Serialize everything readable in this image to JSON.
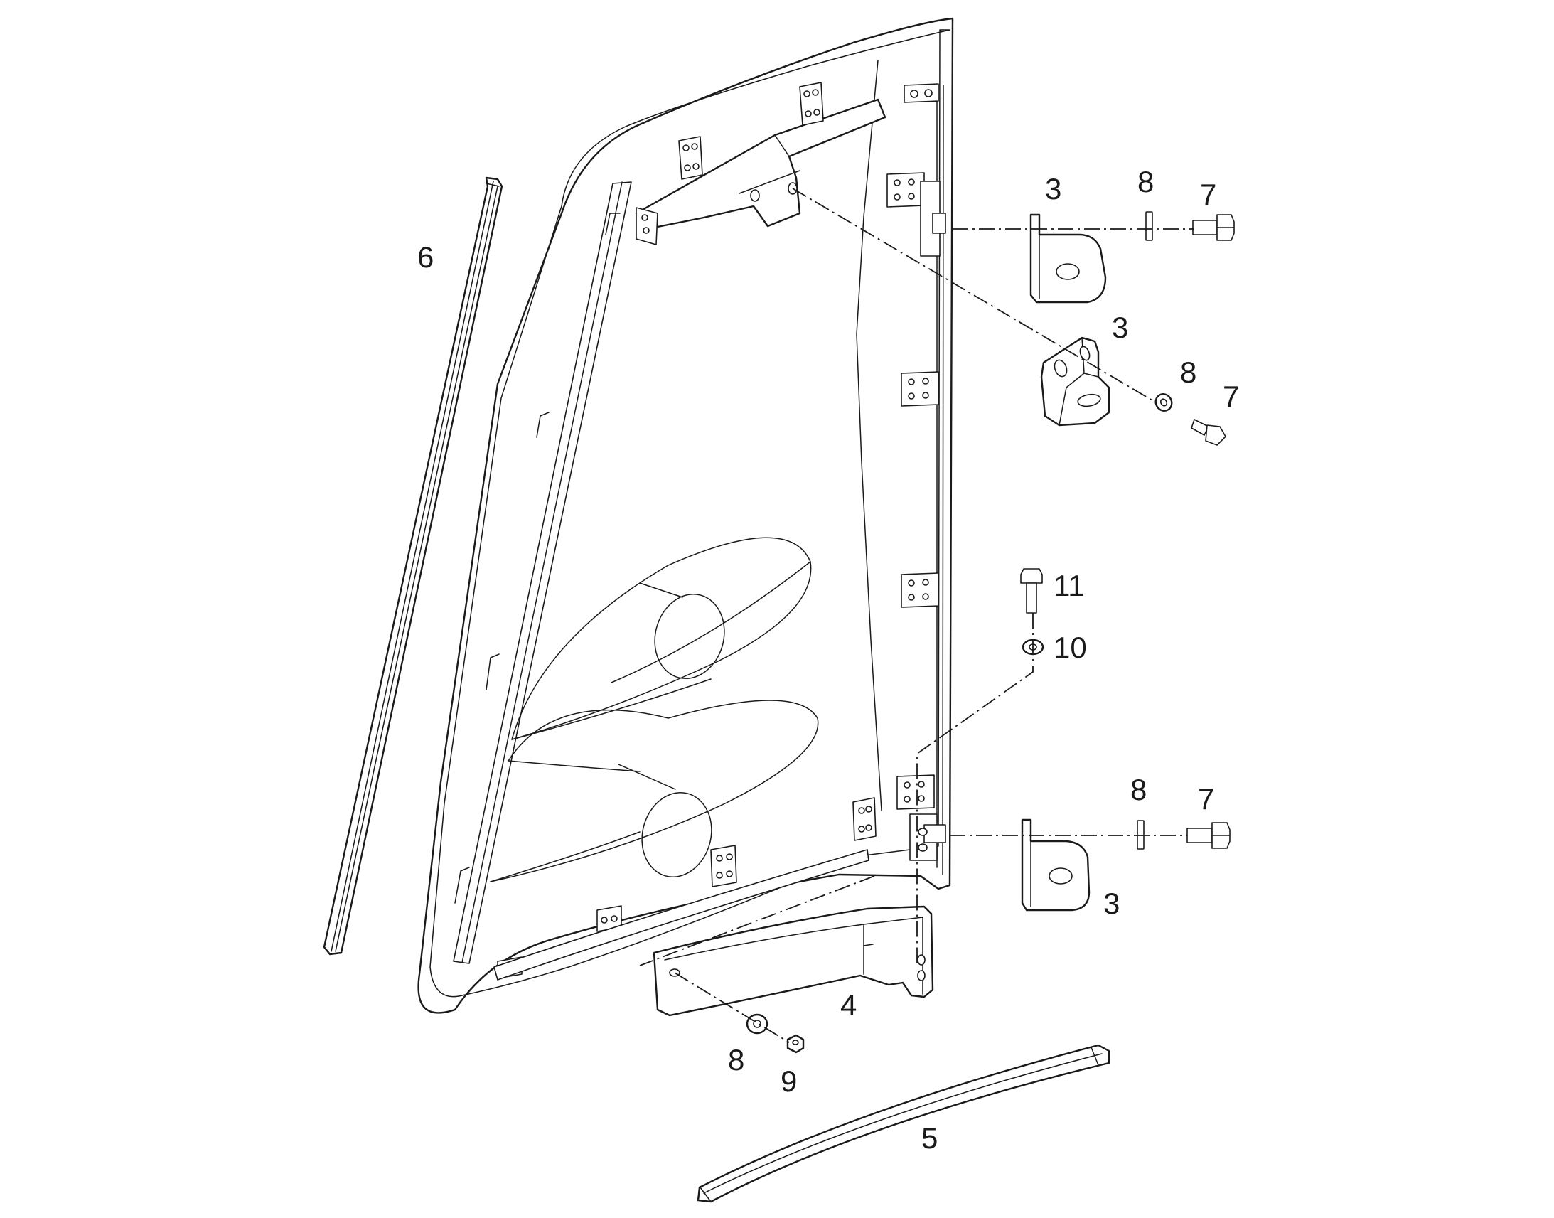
{
  "callouts": {
    "c3a": "3",
    "c8a": "8",
    "c7a": "7",
    "c3b": "3",
    "c8b": "8",
    "c7b": "7",
    "c6": "6",
    "c11": "11",
    "c10": "10",
    "c8c": "8",
    "c7c": "7",
    "c3c": "3",
    "c4": "4",
    "c8d": "8",
    "c9": "9",
    "c5": "5"
  }
}
